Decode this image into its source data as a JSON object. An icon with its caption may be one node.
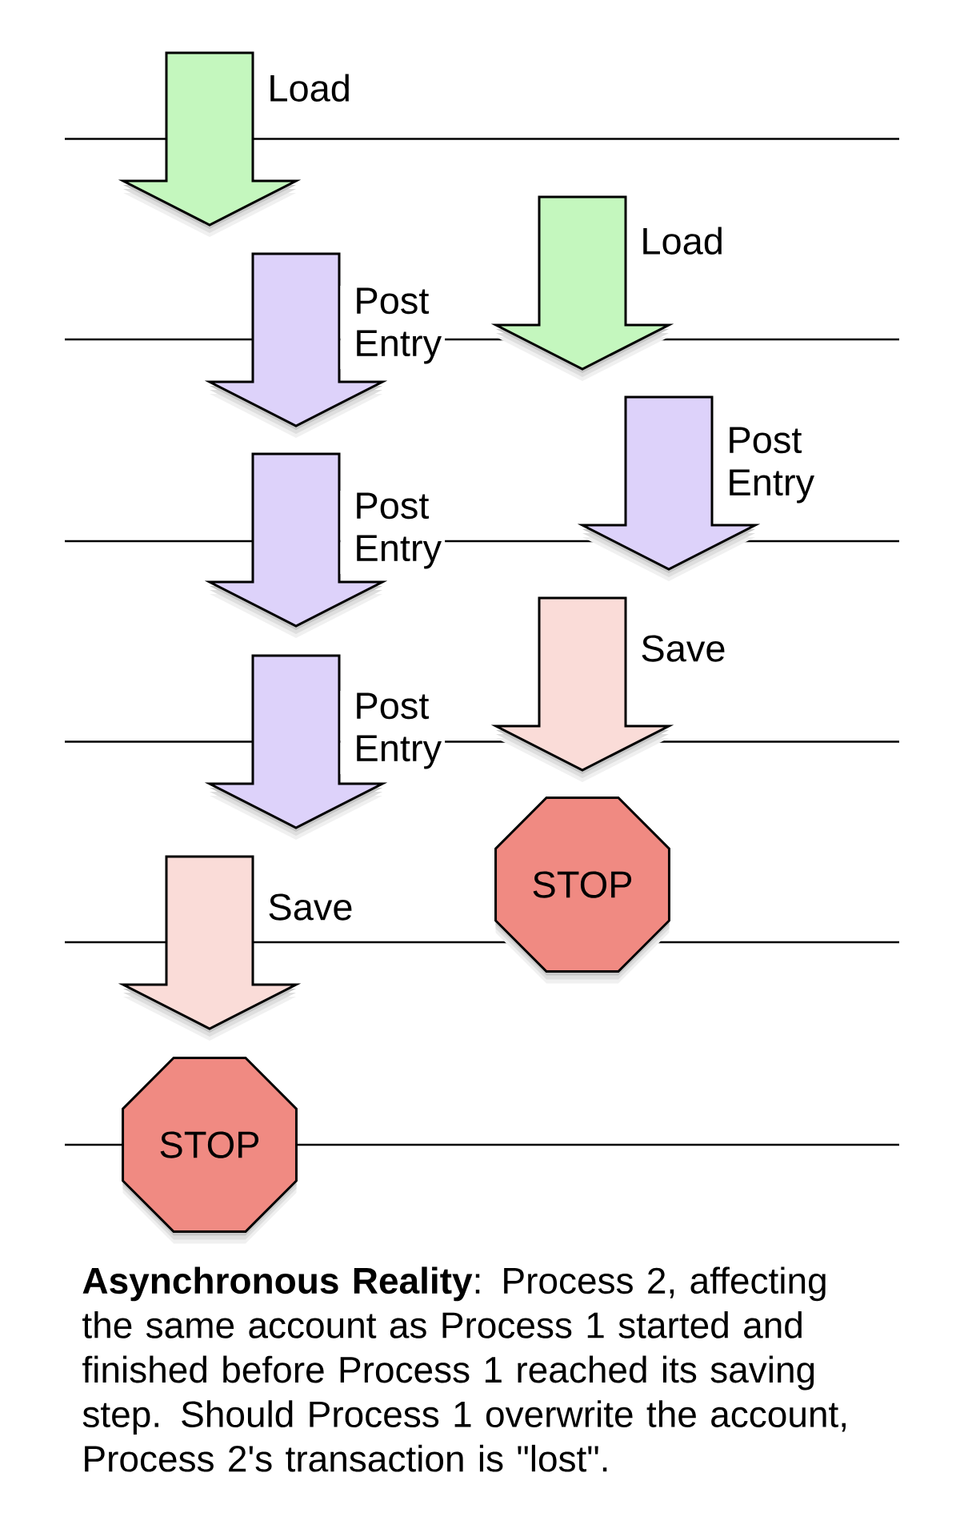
{
  "diagram": {
    "caption": "**Asynchronous Reality**: Process 2, affecting the same account as Process 1 started and finished before Process 1 reached its saving step. Should Process 1 overwrite the account, Process 2's transaction is \"lost\".",
    "nodes": [
      {
        "text": [
          "Load"
        ]
      },
      {
        "text": [
          "Load"
        ]
      },
      {
        "text": [
          "Post Entry"
        ]
      },
      {
        "text": [
          "Post Entry"
        ]
      },
      {
        "text": [
          "Post Entry"
        ]
      },
      {
        "text": [
          "Save"
        ]
      },
      {
        "text": [
          "Post Entry"
        ]
      },
      {
        "text": [
          "STOP"
        ]
      },
      {
        "text": [
          "Save"
        ]
      },
      {
        "text": [
          "STOP"
        ]
      }
    ]
  }
}
